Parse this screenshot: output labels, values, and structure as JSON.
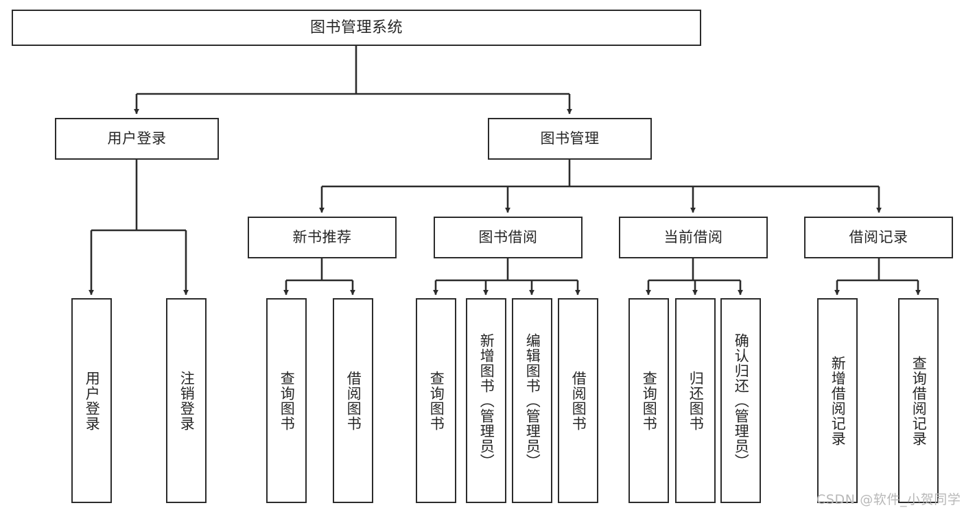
{
  "diagram": {
    "type": "tree-hierarchy",
    "title": "图书管理系统",
    "root": {
      "label": "图书管理系统"
    },
    "level2": [
      {
        "id": "user-login",
        "label": "用户登录"
      },
      {
        "id": "book-manage",
        "label": "图书管理"
      }
    ],
    "level3": [
      {
        "id": "new-book-recommend",
        "label": "新书推荐",
        "parent": "book-manage"
      },
      {
        "id": "book-borrow",
        "label": "图书借阅",
        "parent": "book-manage"
      },
      {
        "id": "current-borrow",
        "label": "当前借阅",
        "parent": "book-manage"
      },
      {
        "id": "borrow-record",
        "label": "借阅记录",
        "parent": "book-manage"
      }
    ],
    "leaves": [
      {
        "id": "leaf-user-login",
        "label": "用户登录",
        "parent": "user-login"
      },
      {
        "id": "leaf-user-logout",
        "label": "注销登录",
        "parent": "user-login"
      },
      {
        "id": "leaf-query-book-1",
        "label": "查询图书",
        "parent": "new-book-recommend"
      },
      {
        "id": "leaf-borrow-book-1",
        "label": "借阅图书",
        "parent": "new-book-recommend"
      },
      {
        "id": "leaf-query-book-2",
        "label": "查询图书",
        "parent": "book-borrow"
      },
      {
        "id": "leaf-add-book",
        "label": "新增图书（管理员）",
        "parent": "book-borrow"
      },
      {
        "id": "leaf-edit-book",
        "label": "编辑图书（管理员）",
        "parent": "book-borrow"
      },
      {
        "id": "leaf-borrow-book-2",
        "label": "借阅图书",
        "parent": "book-borrow"
      },
      {
        "id": "leaf-query-book-3",
        "label": "查询图书",
        "parent": "current-borrow"
      },
      {
        "id": "leaf-return-book",
        "label": "归还图书",
        "parent": "current-borrow"
      },
      {
        "id": "leaf-confirm-return",
        "label": "确认归还（管理员）",
        "parent": "current-borrow"
      },
      {
        "id": "leaf-add-record",
        "label": "新增借阅记录",
        "parent": "borrow-record"
      },
      {
        "id": "leaf-query-record",
        "label": "查询借阅记录",
        "parent": "borrow-record"
      }
    ]
  },
  "watermark": {
    "text": "CSDN @软件_小贺同学"
  },
  "colors": {
    "stroke": "#2b2b2b",
    "fill": "#ffffff",
    "text": "#262626",
    "watermark": "#b8b8b8"
  }
}
